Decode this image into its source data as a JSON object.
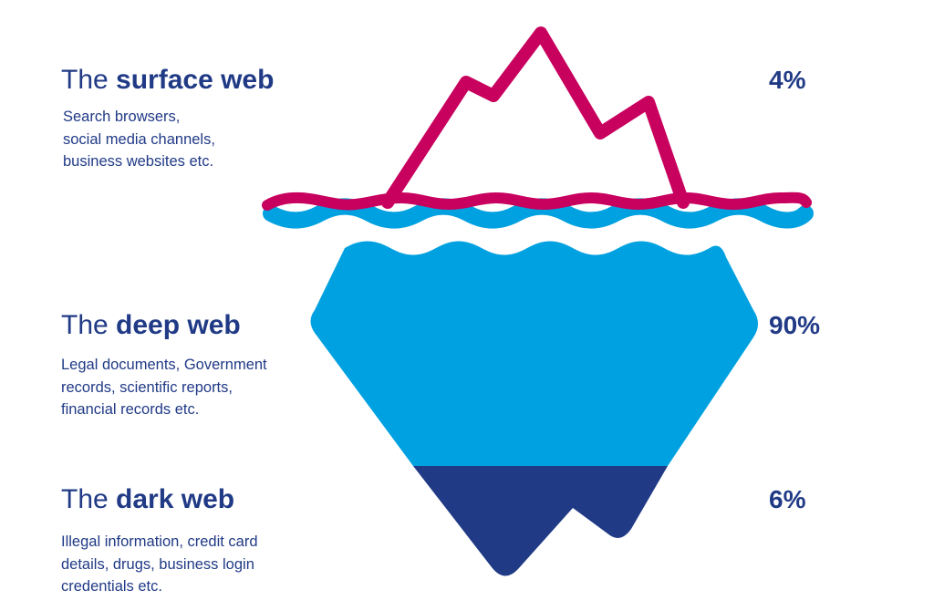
{
  "colors": {
    "text": "#203a86",
    "surface_outline": "#c8005e",
    "water": "#00a1e0",
    "deep_web": "#00a1e0",
    "dark_web": "#203a86"
  },
  "layers": {
    "surface": {
      "title_plain": "The ",
      "title_bold": "surface web",
      "description": [
        "Search browsers,",
        "social media channels,",
        "business websites etc."
      ],
      "percent": "4%",
      "share": 4
    },
    "deep": {
      "title_plain": "The ",
      "title_bold": "deep web",
      "description": [
        "Legal documents, Government",
        "records, scientific reports,",
        "financial records etc."
      ],
      "percent": "90%",
      "share": 90
    },
    "dark": {
      "title_plain": "The ",
      "title_bold": "dark web",
      "description": [
        "Illegal information, credit card",
        "details, drugs, business login",
        "credentials etc."
      ],
      "percent": "6%",
      "share": 6
    }
  }
}
